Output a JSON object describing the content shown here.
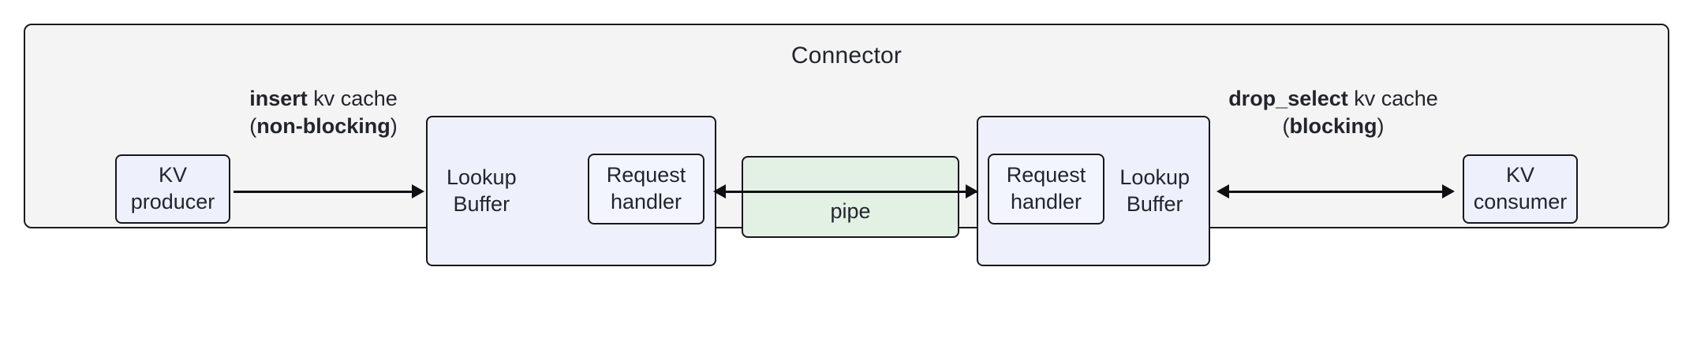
{
  "diagram": {
    "title": "Connector",
    "colors": {
      "container_fill": "#f4f4f4",
      "node_blue_fill": "#eef1fb",
      "node_green_fill": "#e3f1e4",
      "stroke": "#17171c",
      "text": "#23252d"
    },
    "nodes": {
      "kv_producer": {
        "line1": "KV",
        "line2": "producer"
      },
      "kv_consumer": {
        "line1": "KV",
        "line2": "consumer"
      },
      "lookup_buffer_left": {
        "line1": "Lookup",
        "line2": "Buffer"
      },
      "lookup_buffer_right": {
        "line1": "Lookup",
        "line2": "Buffer"
      },
      "request_handler_left": {
        "line1": "Request",
        "line2": "handler"
      },
      "request_handler_right": {
        "line1": "Request",
        "line2": "handler"
      },
      "pipe": {
        "label": "pipe"
      }
    },
    "edges": {
      "insert": {
        "op": "insert",
        "object": " kv cache",
        "mode_open": "(",
        "mode": "non-blocking",
        "mode_close": ")",
        "direction": "right"
      },
      "drop_select": {
        "op": "drop_select",
        "object": " kv cache",
        "mode_open": "(",
        "mode": "blocking",
        "mode_close": ")",
        "direction": "bidirectional"
      },
      "pipe_link": {
        "direction": "bidirectional"
      }
    }
  }
}
